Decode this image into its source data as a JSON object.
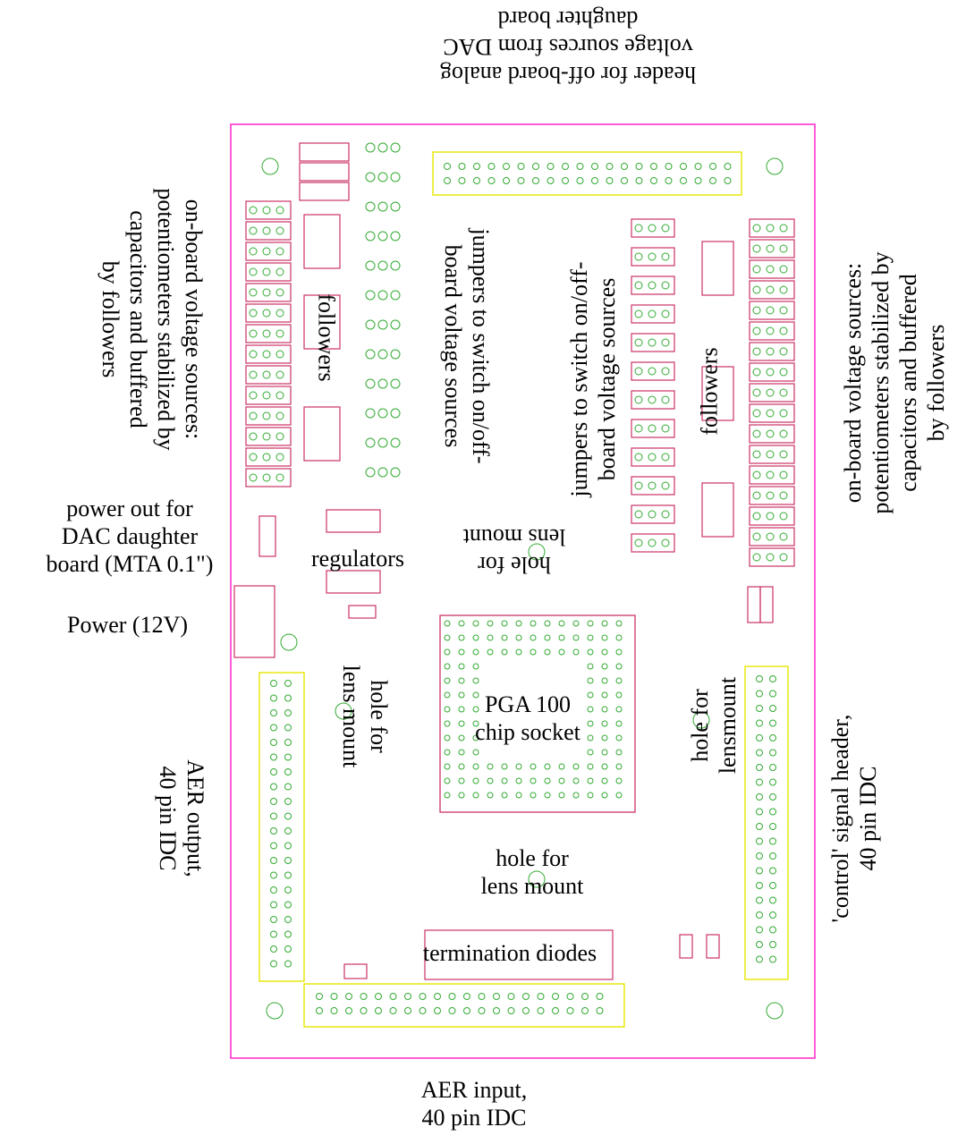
{
  "labels": {
    "top_header": [
      "header for off-board analog",
      "voltage sources from DAC",
      "daughter board"
    ],
    "left_pots": [
      "on-board voltage sources:",
      "potentiometers stabilized by",
      "capacitors and buffered",
      "by followers"
    ],
    "right_pots": [
      "on-board voltage sources:",
      "potentiometers stabilized by",
      "capacitors and buffered",
      "by followers"
    ],
    "jumpers_left": [
      "jumpers to switch on/off-",
      "board voltage sources"
    ],
    "jumpers_right": [
      "jumpers to switch on/off-",
      "board voltage sources"
    ],
    "followers_left": "followers",
    "followers_right": "followers",
    "power_out": [
      "power out for",
      "DAC daughter",
      "board (MTA 0.1\")"
    ],
    "power": "Power (12V)",
    "regulators": "regulators",
    "hole_top": [
      "hole for",
      "lens mount"
    ],
    "hole_left": [
      "hole for",
      "lens mount"
    ],
    "hole_right": [
      "hole for",
      "lensmount"
    ],
    "hole_bottom": [
      "hole for",
      "lens mount"
    ],
    "pga": [
      "PGA 100",
      "chip socket"
    ],
    "aer_output": [
      "AER output,",
      "40 pin IDC"
    ],
    "control_header": [
      "'control' signal header,",
      "40 pin IDC"
    ],
    "termination": "termination diodes",
    "aer_input": [
      "AER input,",
      "40 pin IDC"
    ]
  },
  "colors": {
    "outline": "#ff33cc",
    "header": "#e6e600",
    "parts": "#cc3366",
    "silk": "#33aa33",
    "text": "#000000"
  }
}
